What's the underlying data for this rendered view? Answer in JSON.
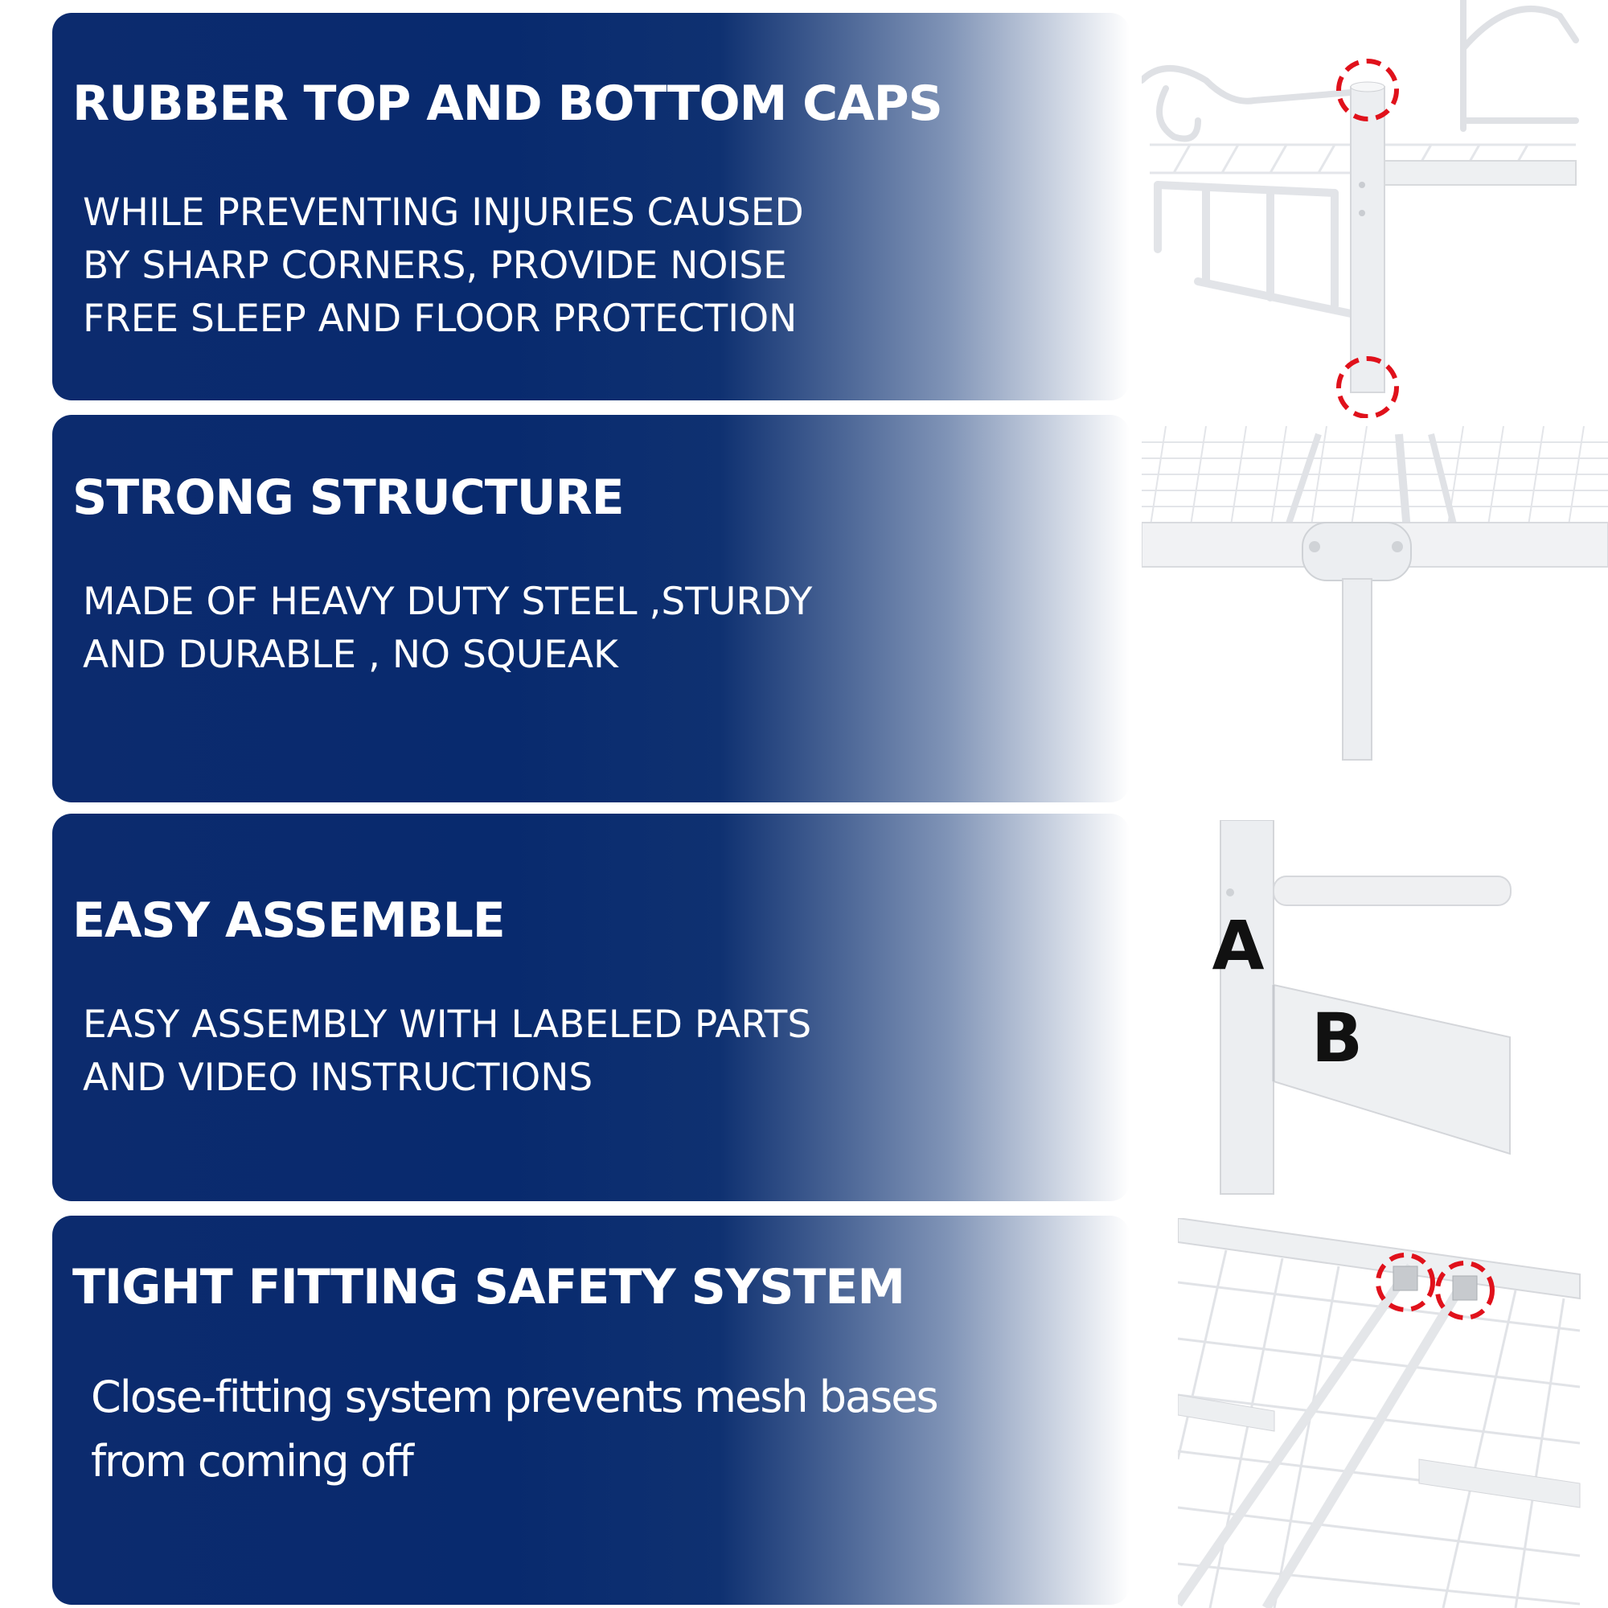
{
  "features": [
    {
      "title": "RUBBER TOP AND BOTTOM CAPS",
      "description": "WHILE PREVENTING INJURIES CAUSED\nBY SHARP CORNERS, PROVIDE NOISE\nFREE SLEEP AND FLOOR PROTECTION",
      "image": "bed-corner-caps-photo"
    },
    {
      "title": "STRONG STRUCTURE",
      "description": "MADE OF HEAVY DUTY STEEL ,STURDY\nAND DURABLE , NO SQUEAK",
      "image": "bed-center-support-photo"
    },
    {
      "title": "EASY ASSEMBLE",
      "description": "EASY ASSEMBLY WITH LABELED PARTS\nAND VIDEO INSTRUCTIONS",
      "image": "labeled-parts-photo",
      "part_labels": [
        "A",
        "B"
      ]
    },
    {
      "title": "TIGHT FITTING SAFETY SYSTEM",
      "description": "Close-fitting system prevents mesh bases\nfrom coming off",
      "image": "mesh-base-fitting-photo"
    }
  ],
  "colors": {
    "panel_navy": "#082a6e",
    "panel_fade": "#ffffff",
    "highlight_circle": "#e0111b",
    "frame_white": "#f2f3f5"
  }
}
